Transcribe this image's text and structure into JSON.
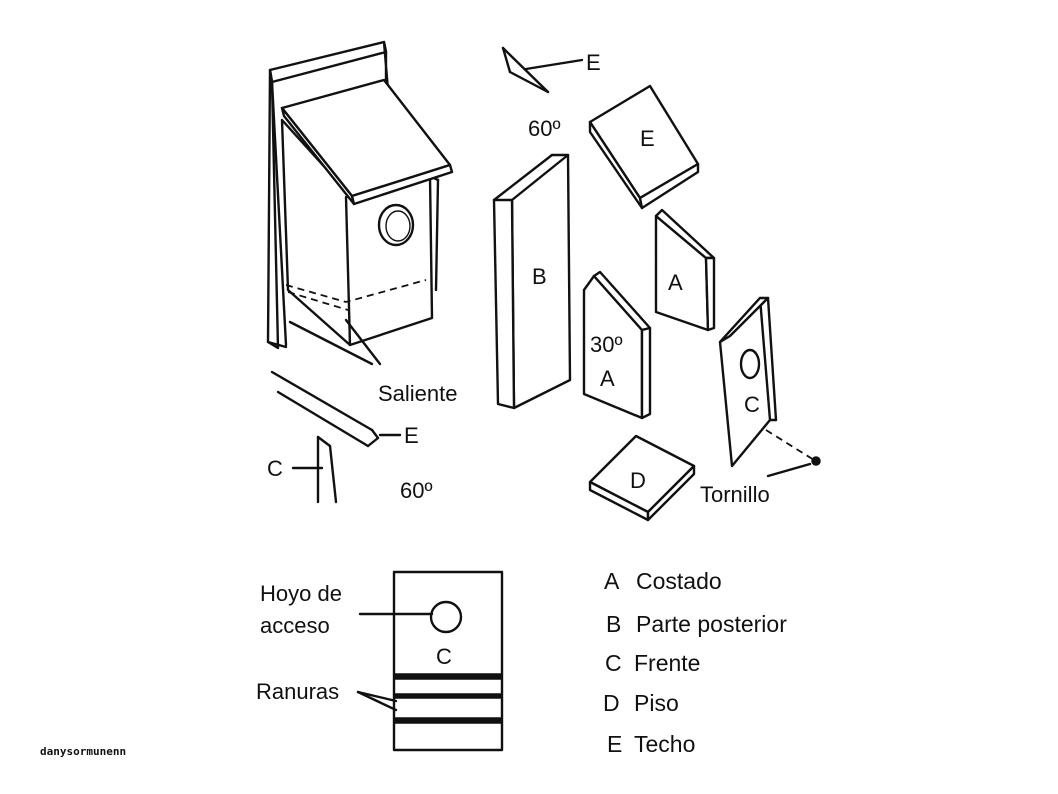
{
  "labels": {
    "roof_strip_top": "E",
    "angle_top": "60º",
    "roof_panel": "E",
    "back_panel": "B",
    "side_right": "A",
    "side_angle": "30º",
    "side_left": "A",
    "front_panel": "C",
    "floor_panel": "D",
    "screw": "Tornillo",
    "ledge": "Saliente",
    "roof_strip_bottom": "E",
    "front_detail": "C",
    "angle_bottom": "60º",
    "access_hole": [
      "Hoyo de",
      "acceso"
    ],
    "front_view": "C",
    "slots": "Ranuras"
  },
  "legend": [
    {
      "key": "A",
      "text": "Costado"
    },
    {
      "key": "B",
      "text": "Parte posterior"
    },
    {
      "key": "C",
      "text": "Frente"
    },
    {
      "key": "D",
      "text": "Piso"
    },
    {
      "key": "E",
      "text": "Techo"
    }
  ],
  "watermark": "danysormunenn"
}
